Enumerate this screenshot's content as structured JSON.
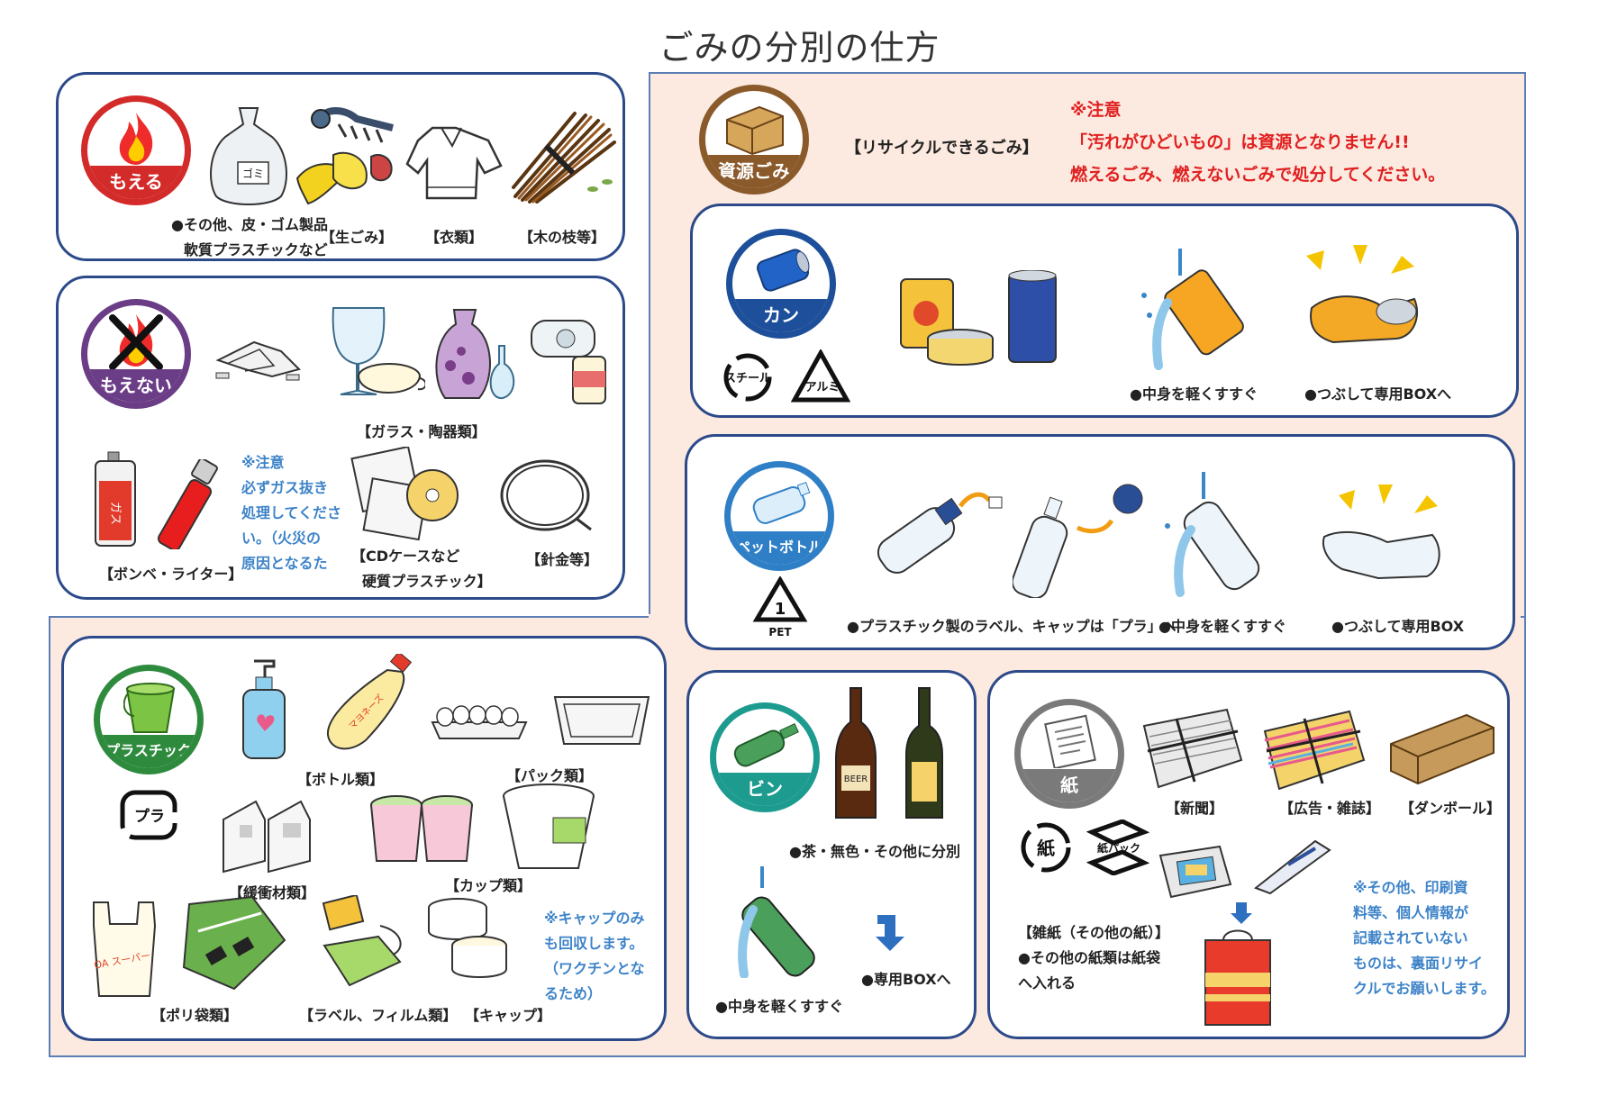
{
  "title": "ごみの分別の仕方",
  "burnable": {
    "badge": "もえる",
    "items": [
      "●その他、皮・ゴム製品",
      "軟質プラスチックなど",
      "【生ごみ】",
      "【衣類】",
      "【木の枝等】"
    ],
    "bag_text": "ゴミ"
  },
  "nonburnable": {
    "badge": "もえない",
    "glass_label": "【ガラス・陶器類】",
    "lighter_label": "【ボンベ・ライター】",
    "note_lines": [
      "※注意",
      "必ずガス抜き",
      "処理してくださ",
      "い。（火災の",
      "原因となるた"
    ],
    "cd_label_1": "【CDケースなど",
    "cd_label_2": "硬質プラスチック】",
    "wire_label": "【針金等】",
    "can_text": "ガス"
  },
  "recyclable": {
    "badge": "資源ごみ",
    "label": "【リサイクルできるごみ】",
    "warning": [
      "※注意",
      "「汚れがひどいもの」は資源となりません!!",
      "燃えるごみ、燃えないごみで処分してください。"
    ]
  },
  "can": {
    "badge": "カン",
    "steel": "スチール",
    "alumi": "アルミ",
    "rinse": "●中身を軽くすすぐ",
    "crush": "●つぶして専用BOXへ"
  },
  "pet": {
    "badge": "ペットボトル",
    "pet_number": "1",
    "pet_text": "PET",
    "labels_caps": "●プラスチック製のラベル、キャップは「プラ」へ",
    "rinse": "●中身を軽くすすぐ",
    "crush": "●つぶして専用BOX"
  },
  "plastic": {
    "badge": "プラスチック",
    "pla_mark": "プラ",
    "bottle": "【ボトル類】",
    "pack": "【パック類】",
    "cushion": "【緩衝材類】",
    "cup": "【カップ類】",
    "polybag": "【ポリ袋類】",
    "label_film": "【ラベル、フィルム類】",
    "cap": "【キャップ】",
    "cap_note": [
      "※キャップのみ",
      "も回収します。",
      "（ワクチンとな",
      "るため）"
    ],
    "mayo_text": "マヨネーズ",
    "bag_text": "OA スーパー"
  },
  "bin": {
    "badge": "ビン",
    "sort": "●茶・無色・その他に分別",
    "box": "●専用BOXへ",
    "rinse": "●中身を軽くすすぐ",
    "beer_text": "BEER"
  },
  "paper": {
    "badge": "紙",
    "kami_mark": "紙",
    "kamipack_mark": "紙パック",
    "newspaper": "【新聞】",
    "ads": "【広告・雑誌】",
    "cardboard": "【ダンボール】",
    "misc_title": "【雑紙（その他の紙）】",
    "misc_1": "●その他の紙類は紙袋",
    "misc_2": "へ入れる",
    "note": [
      "※その他、印刷資",
      "料等、個人情報が",
      "記載されていない",
      "ものは、裏面リサイ",
      "クルでお願いします。"
    ]
  },
  "colors": {
    "panel_border": "#2c4a8a",
    "region_bg": "#fce9df",
    "burnable": "#d32a2a",
    "nonburnable": "#6a3d86",
    "recyclable": "#8a5a2b",
    "can": "#1d4f9a",
    "pet": "#2f7fc6",
    "plastic": "#2e8b3e",
    "bin": "#1e9b8f",
    "paper": "#7a7a7a",
    "warning": "#e02020",
    "note_blue": "#3d83c8"
  }
}
